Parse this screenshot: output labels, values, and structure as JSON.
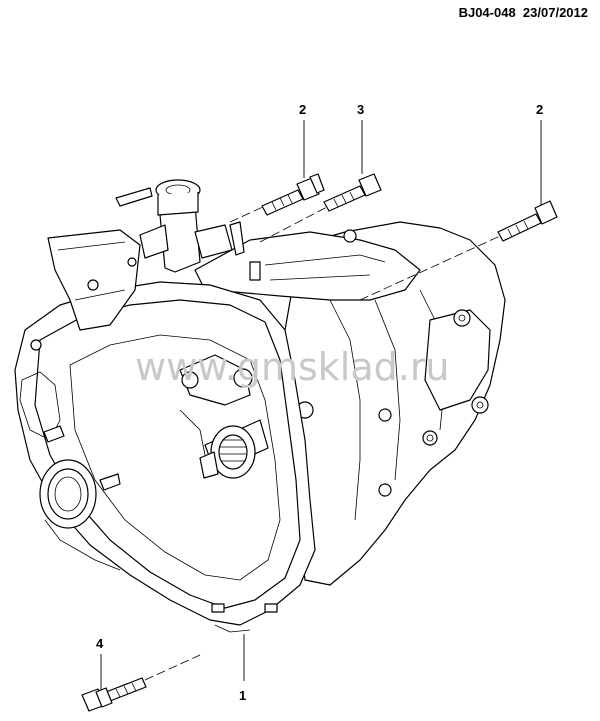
{
  "header": {
    "code": "BJ04-048",
    "date": "23/07/2012"
  },
  "watermark": "www.gmsklad.ru",
  "callouts": [
    "1",
    "2",
    "3",
    "2",
    "4"
  ],
  "parts": [
    {
      "label": "1",
      "name": "transmission-assembly"
    },
    {
      "label": "2",
      "name": "bolt"
    },
    {
      "label": "3",
      "name": "bolt"
    },
    {
      "label": "4",
      "name": "bolt"
    }
  ]
}
